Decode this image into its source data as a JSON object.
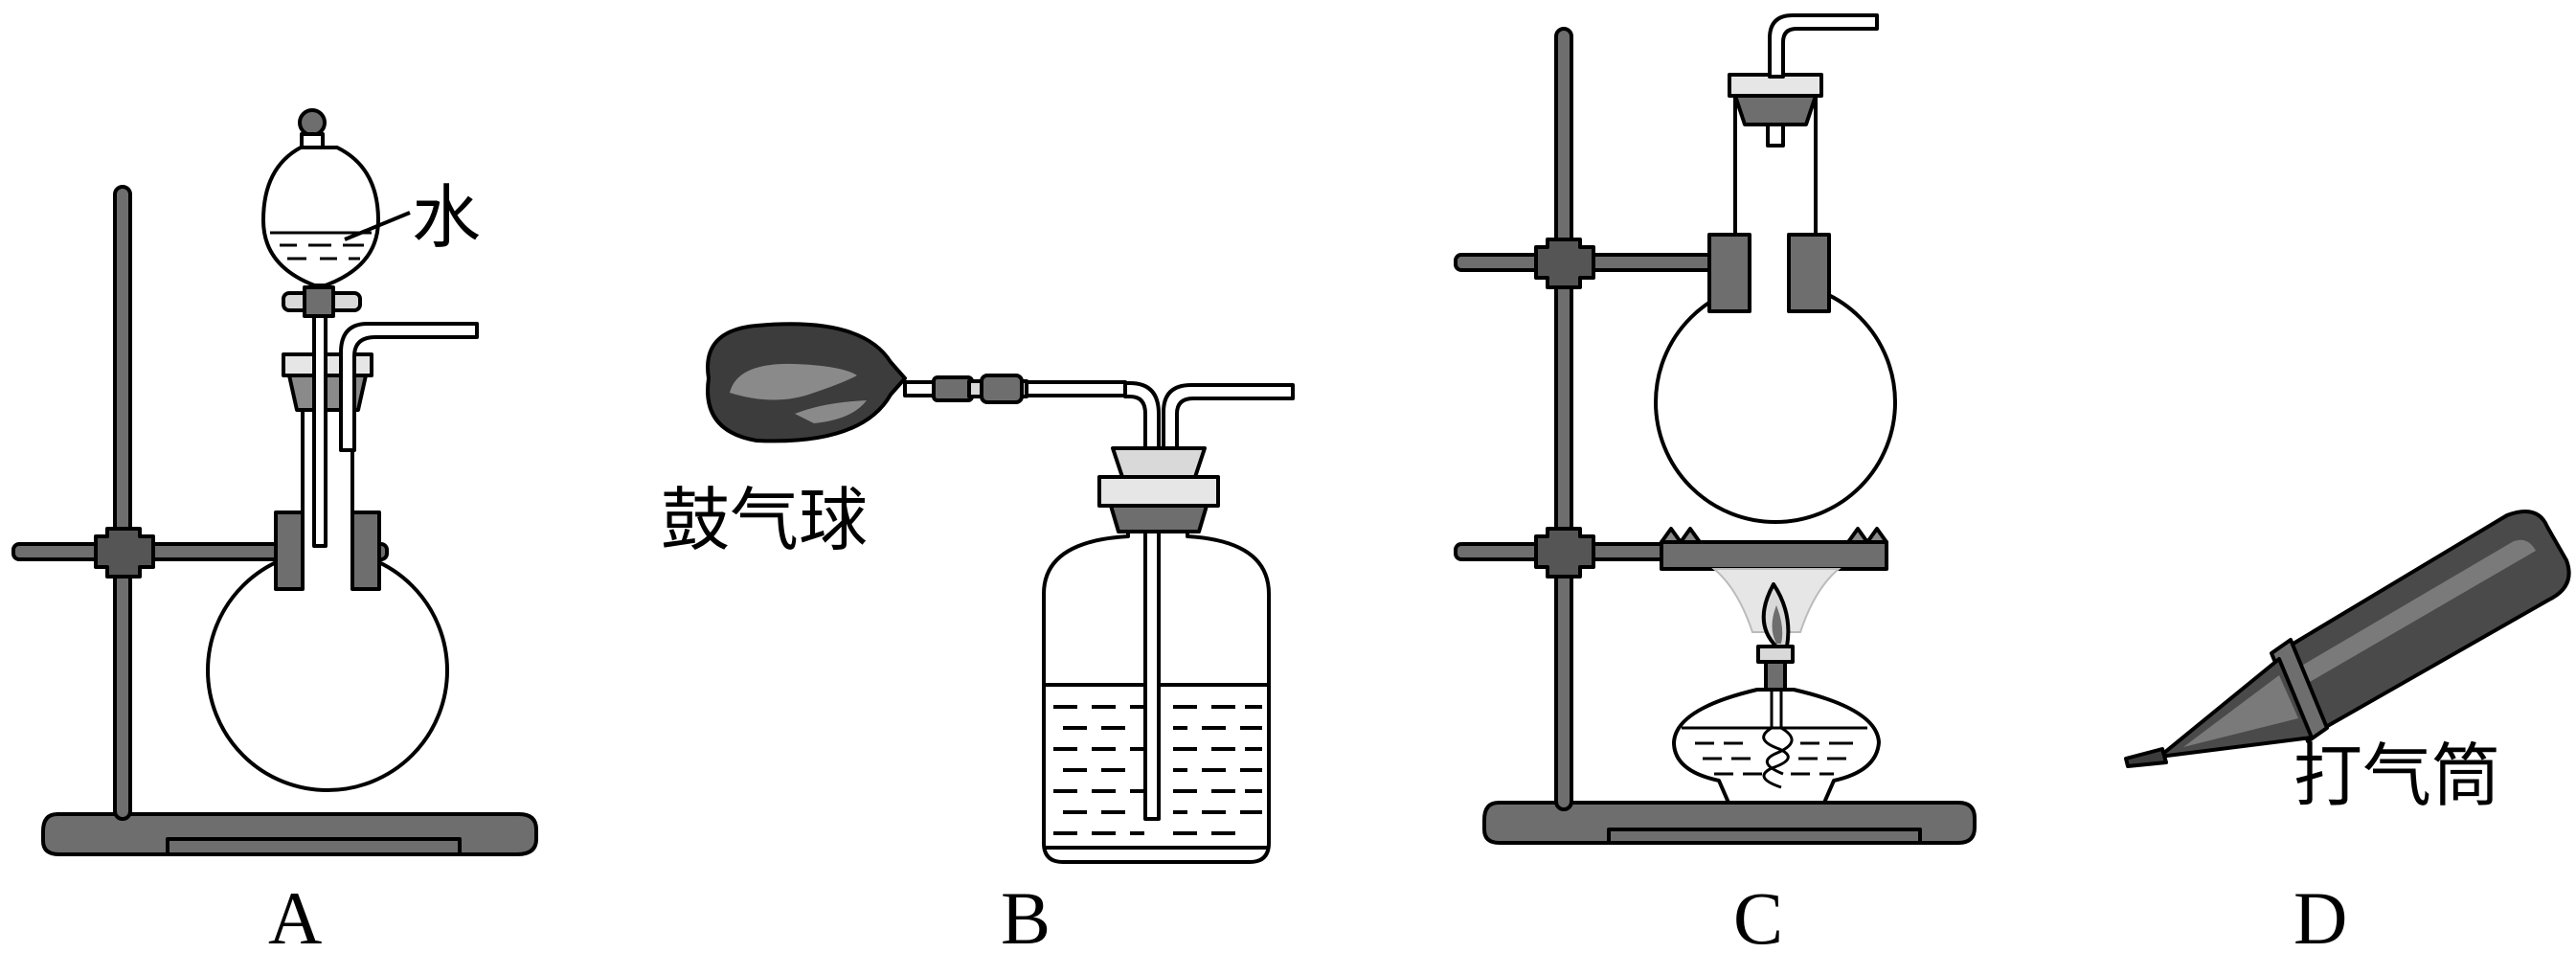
{
  "figure": {
    "panels": [
      {
        "id": "A",
        "label": "A",
        "annotation": "水"
      },
      {
        "id": "B",
        "label": "B",
        "annotation": "鼓气球"
      },
      {
        "id": "C",
        "label": "C",
        "annotation": ""
      },
      {
        "id": "D",
        "label": "D",
        "annotation": "打气筒"
      }
    ]
  },
  "colors": {
    "metal_dark": "#555555",
    "metal_mid": "#777777",
    "bulb": "#3c3c3c",
    "bulb_highlight": "#8a8a8a",
    "stopper": "#d9d9d9",
    "stroke": "#000000"
  }
}
